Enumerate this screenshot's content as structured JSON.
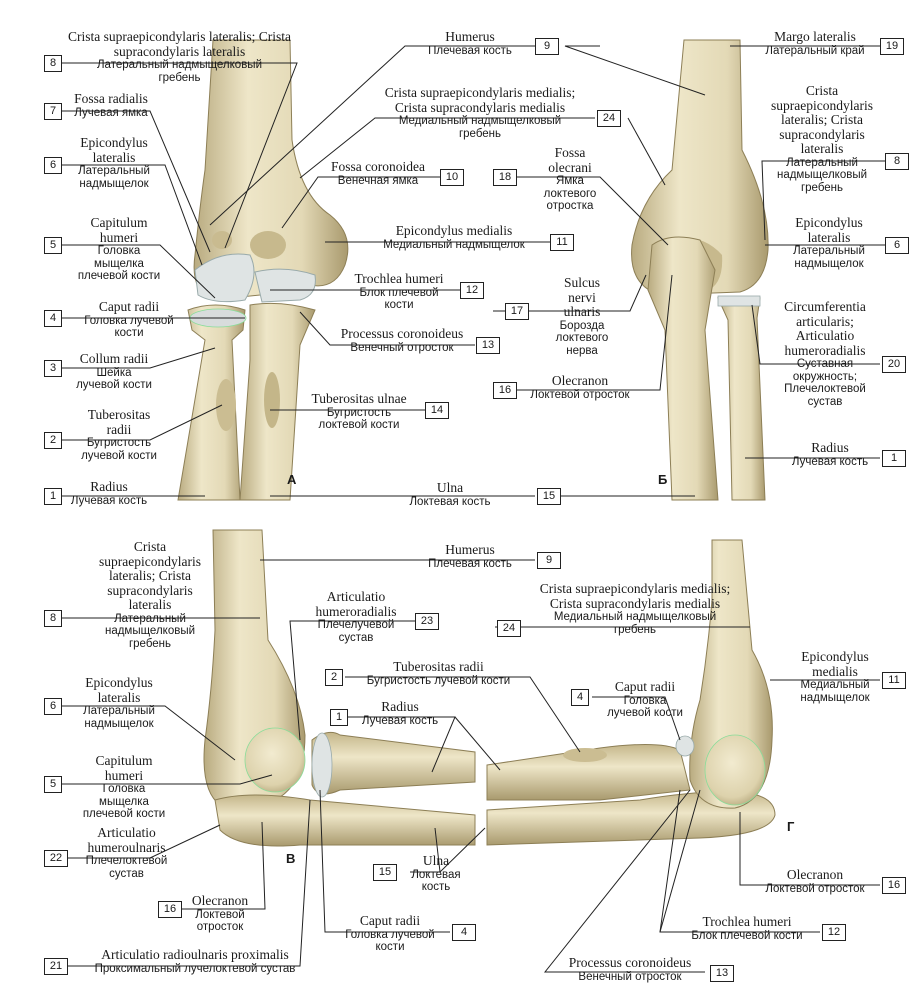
{
  "panels": {
    "a": "А",
    "b": "Б",
    "v": "В",
    "g": "Г"
  },
  "colors": {
    "bone": "#e3d9b6",
    "bone_shade": "#b9ab80",
    "cartilage": "#dfe4e4",
    "line": "#222222"
  },
  "labels": {
    "a8": {
      "num": "8",
      "latin": "Crista supraepicondylaris lateralis; Crista supracondylaris lateralis",
      "ru": "Латеральный надмыщелковый гребень"
    },
    "a7": {
      "num": "7",
      "latin": "Fossa radialis",
      "ru": "Лучевая ямка"
    },
    "a6": {
      "num": "6",
      "latin": "Epicondylus lateralis",
      "ru": "Латеральный надмыщелок"
    },
    "a5": {
      "num": "5",
      "latin": "Capitulum humeri",
      "ru": "Головка мыщелка плечевой кости"
    },
    "a4": {
      "num": "4",
      "latin": "Caput radii",
      "ru": "Головка лучевой кости"
    },
    "a3": {
      "num": "3",
      "latin": "Collum radii",
      "ru": "Шейка лучевой кости"
    },
    "a2": {
      "num": "2",
      "latin": "Tuberositas radii",
      "ru": "Бугристость лучевой кости"
    },
    "a1": {
      "num": "1",
      "latin": "Radius",
      "ru": "Лучевая кость"
    },
    "a9": {
      "num": "9",
      "latin": "Humerus",
      "ru": "Плечевая кость"
    },
    "a24": {
      "num": "24",
      "latin": "Crista supraepicondylaris medialis; Crista supracondylaris medialis",
      "ru": "Медиальный надмыщелковый гребень"
    },
    "a10": {
      "num": "10",
      "latin": "Fossa coronoidea",
      "ru": "Венечная ямка"
    },
    "a11": {
      "num": "11",
      "latin": "Epicondylus medialis",
      "ru": "Медиальный надмыщелок"
    },
    "a12": {
      "num": "12",
      "latin": "Trochlea humeri",
      "ru": "Блок плечевой кости"
    },
    "a13": {
      "num": "13",
      "latin": "Processus coronoideus",
      "ru": "Венечный отросток"
    },
    "a14": {
      "num": "14",
      "latin": "Tuberositas ulnae",
      "ru": "Бугристость локтевой кости"
    },
    "a15": {
      "num": "15",
      "latin": "Ulna",
      "ru": "Локтевая кость"
    },
    "b18": {
      "num": "18",
      "latin": "Fossa olecrani",
      "ru": "Ямка локтевого отростка"
    },
    "b17": {
      "num": "17",
      "latin": "Sulcus nervi ulnaris",
      "ru": "Борозда локтевого нерва"
    },
    "b16": {
      "num": "16",
      "latin": "Olecranon",
      "ru": "Локтевой отросток"
    },
    "b19": {
      "num": "19",
      "latin": "Margo lateralis",
      "ru": "Латеральный край"
    },
    "b8": {
      "num": "8",
      "latin": "Crista supraepicondylaris lateralis; Crista supracondylaris lateralis",
      "ru": "Латеральный надмыщелковый гребень"
    },
    "b6": {
      "num": "6",
      "latin": "Epicondylus lateralis",
      "ru": "Латеральный надмыщелок"
    },
    "b20": {
      "num": "20",
      "latin": "Circumferentia articularis; Articulatio humeroradialis",
      "ru": "Суставная окружность; Плечелоктевой сустав"
    },
    "b1": {
      "num": "1",
      "latin": "Radius",
      "ru": "Лучевая кость"
    },
    "c8": {
      "num": "8",
      "latin": "Crista supraepicondylaris lateralis; Crista supracondylaris lateralis",
      "ru": "Латеральный надмыщелковый гребень"
    },
    "c9": {
      "num": "9",
      "latin": "Humerus",
      "ru": "Плечевая кость"
    },
    "c23": {
      "num": "23",
      "latin": "Articulatio humeroradialis",
      "ru": "Плечелучевой сустав"
    },
    "c24": {
      "num": "24",
      "latin": "Crista supraepicondylaris medialis; Crista supracondylaris medialis",
      "ru": "Медиальный надмыщелковый гребень"
    },
    "c2": {
      "num": "2",
      "latin": "Tuberositas radii",
      "ru": "Бугристость лучевой кости"
    },
    "c6": {
      "num": "6",
      "latin": "Epicondylus lateralis",
      "ru": "Латеральный надмыщелок"
    },
    "c1": {
      "num": "1",
      "latin": "Radius",
      "ru": "Лучевая кость"
    },
    "c4r": {
      "num": "4",
      "latin": "Caput radii",
      "ru": "Головка лучевой кости"
    },
    "c11": {
      "num": "11",
      "latin": "Epicondylus medialis",
      "ru": "Медиальный надмыщелок"
    },
    "c5": {
      "num": "5",
      "latin": "Capitulum humeri",
      "ru": "Головка мыщелка плечевой кости"
    },
    "c22": {
      "num": "22",
      "latin": "Articulatio humeroulnaris",
      "ru": "Плечелоктевой сустав"
    },
    "c15": {
      "num": "15",
      "latin": "Ulna",
      "ru": "Локтевая кость"
    },
    "c16": {
      "num": "16",
      "latin": "Olecranon",
      "ru": "Локтевой отросток"
    },
    "c16r": {
      "num": "16",
      "latin": "Olecranon",
      "ru": "Локтевой отросток"
    },
    "c4b": {
      "num": "4",
      "latin": "Caput radii",
      "ru": "Головка лучевой кости"
    },
    "c12": {
      "num": "12",
      "latin": "Trochlea humeri",
      "ru": "Блок плечевой кости"
    },
    "c21": {
      "num": "21",
      "latin": "Articulatio radioulnaris proximalis",
      "ru": "Проксимальный лучелоктевой сустав"
    },
    "c13": {
      "num": "13",
      "latin": "Processus coronoideus",
      "ru": "Венечный отросток"
    }
  }
}
